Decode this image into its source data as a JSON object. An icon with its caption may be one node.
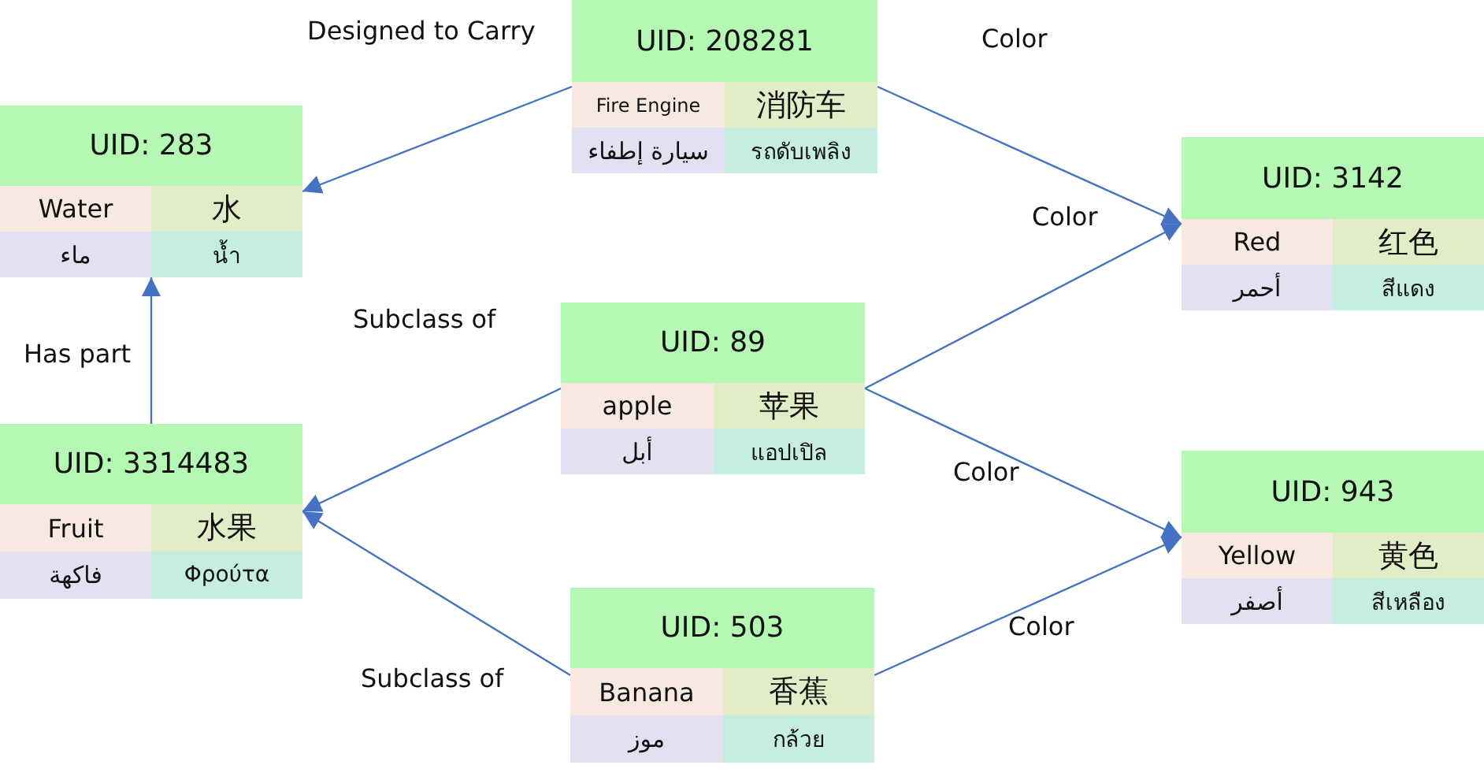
{
  "diagram": {
    "nodes": [
      {
        "text": [
          "UID: 208281",
          "Fire Engine",
          "消防车",
          "سيارة إطفاء",
          "รถดับเพลิง"
        ]
      },
      {
        "text": [
          "UID: 283",
          "Water",
          "水",
          "ماء",
          "น้ำ"
        ]
      },
      {
        "text": [
          "UID: 3142",
          "Red",
          "红色",
          "أحمر",
          "สีแดง"
        ]
      },
      {
        "text": [
          "UID: 89",
          "apple",
          "苹果",
          "أبل",
          "แอปเปิล"
        ]
      },
      {
        "text": [
          "UID: 3314483",
          "Fruit",
          "水果",
          "فاكهة",
          "Φρούτα"
        ]
      },
      {
        "text": [
          "UID: 943",
          "Yellow",
          "黄色",
          "أصفر",
          "สีเหลือง"
        ]
      },
      {
        "text": [
          "UID: 503",
          "Banana",
          "香蕉",
          "موز",
          "กล้วย"
        ]
      }
    ],
    "edges": [
      {
        "from": 0,
        "to": 1,
        "arrow": "to",
        "label": "Designed to Carry"
      },
      {
        "from": 0,
        "to": 2,
        "arrow": "to",
        "label": "Color"
      },
      {
        "from": 3,
        "to": 2,
        "arrow": "to",
        "label": "Color"
      },
      {
        "from": 3,
        "to": 4,
        "arrow": "to",
        "label": "Subclass of"
      },
      {
        "from": 4,
        "to": 1,
        "arrow": "to",
        "label": "Has part"
      },
      {
        "from": 3,
        "to": 5,
        "arrow": "to",
        "label": "Color"
      },
      {
        "from": 6,
        "to": 5,
        "arrow": "to",
        "label": "Color"
      },
      {
        "from": 6,
        "to": 4,
        "arrow": "to",
        "label": "Subclass of"
      }
    ]
  }
}
